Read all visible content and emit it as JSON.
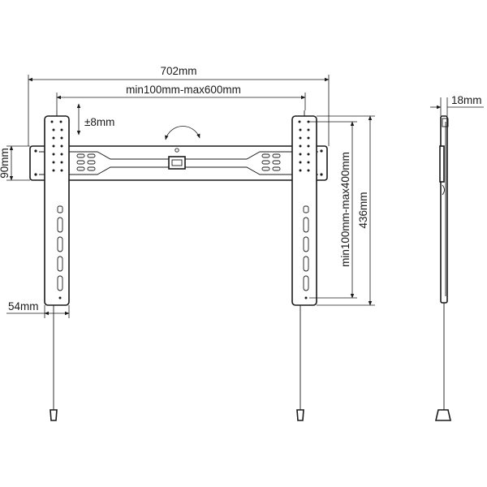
{
  "dimensions": {
    "overall_width": "702mm",
    "vesa_horizontal": "min100mm-max600mm",
    "vertical_adjust": "±8mm",
    "rail_height": "90mm",
    "arm_width": "54mm",
    "vesa_vertical": "min100mm-max400mm",
    "arm_height": "436mm",
    "wall_gap": "18mm"
  }
}
